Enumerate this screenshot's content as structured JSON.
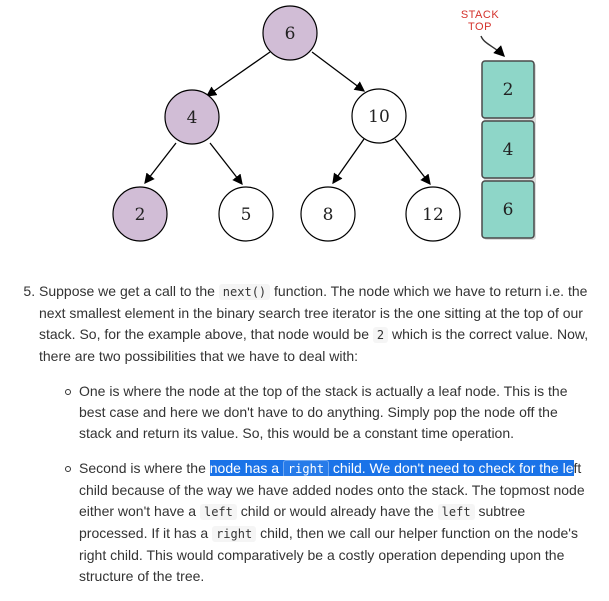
{
  "diagram": {
    "nodes": [
      {
        "value": "6",
        "visited": true
      },
      {
        "value": "4",
        "visited": true
      },
      {
        "value": "10",
        "visited": false
      },
      {
        "value": "2",
        "visited": true
      },
      {
        "value": "5",
        "visited": false
      },
      {
        "value": "8",
        "visited": false
      },
      {
        "value": "12",
        "visited": false
      }
    ],
    "stack_label_line1": "STACK",
    "stack_label_line2": "TOP",
    "stack": [
      "2",
      "4",
      "6"
    ],
    "colors": {
      "visited_node": "#d1bdd6",
      "unvisited_node": "#ffffff",
      "stack_fill": "#8ed6c8",
      "label": "#d4322c",
      "highlight": "#1a73e8"
    }
  },
  "step": {
    "number": "5",
    "p1": "Suppose we get a call to the ",
    "code1": "next()",
    "p2": " function. The node which we have to return i.e. the next smallest element in the binary search tree iterator is the one sitting at the top of our stack. So, for the example above, that node would be ",
    "code2": "2",
    "p3": " which is the correct value. Now, there are two possibilities that we have to deal with:",
    "bullets": {
      "one": "One is where the node at the top of the stack is actually a leaf node. This is the best case and here we don't have to do anything. Simply pop the node off the stack and return its value. So, this would be a constant time operation.",
      "two_a": "Second is where the ",
      "two_hl1": "node has a ",
      "two_hl_code": "right",
      "two_hl2": " child. We don't need to check for the le",
      "two_b": "ft child because of the way we have added nodes onto the stack. The topmost node either won't have a ",
      "two_code_left1": "left",
      "two_c": " child or would already have the ",
      "two_code_left2": "left",
      "two_d": " subtree processed. If it has a ",
      "two_code_right": "right",
      "two_e": " child, then we call our helper function on the node's right child. This would comparatively be a costly operation depending upon the structure of the tree."
    }
  }
}
